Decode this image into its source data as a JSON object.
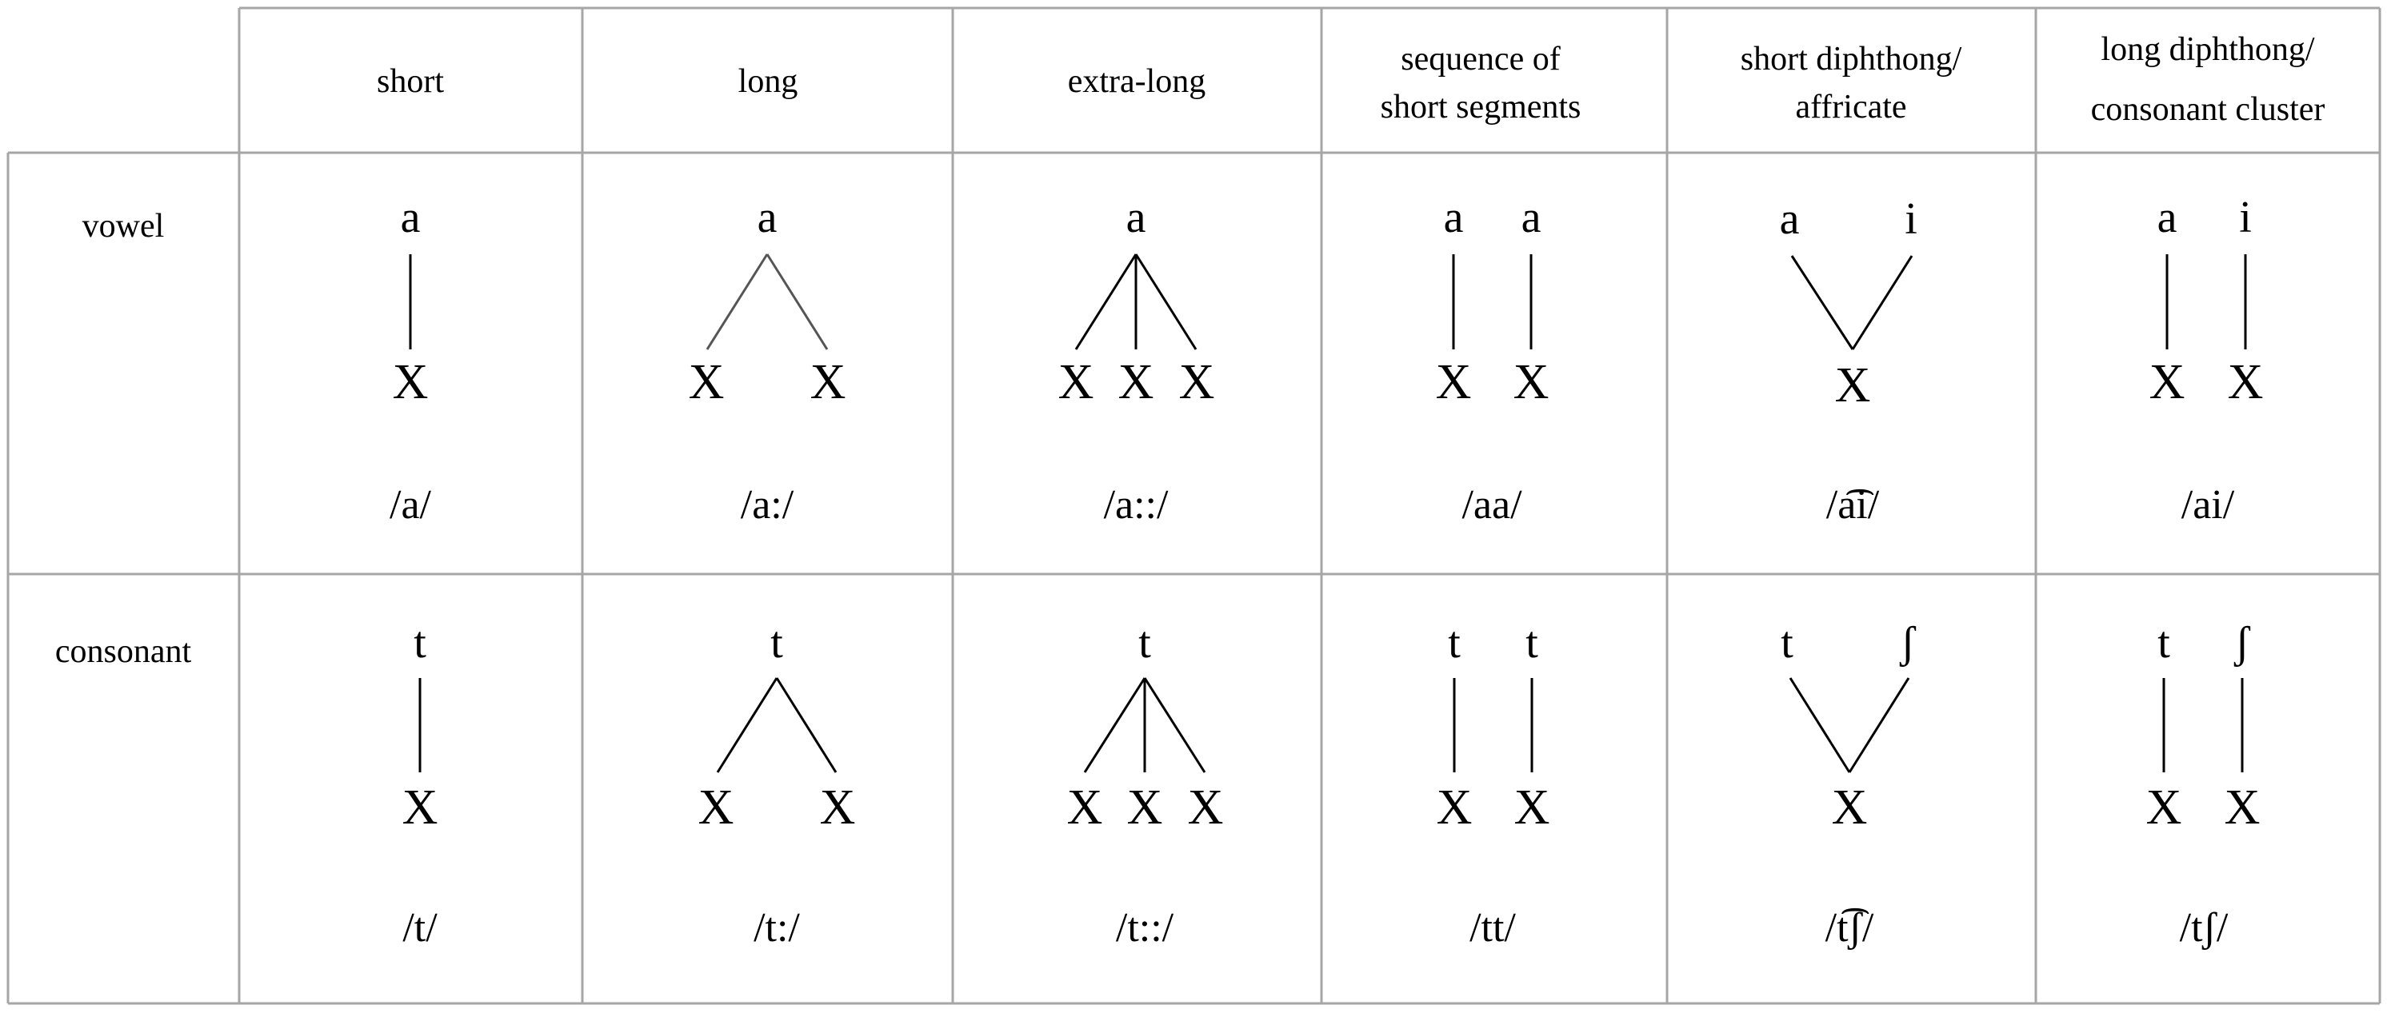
{
  "table": {
    "columns": [
      {
        "lines": [
          "short"
        ]
      },
      {
        "lines": [
          "long"
        ]
      },
      {
        "lines": [
          "extra-long"
        ]
      },
      {
        "lines": [
          "sequence of",
          "short segments"
        ]
      },
      {
        "lines": [
          "short diphthong/",
          "affricate"
        ]
      },
      {
        "lines": [
          "long diphthong/",
          "consonant cluster"
        ]
      }
    ],
    "rows": [
      {
        "label": "vowel",
        "cells": [
          {
            "top": [
              "a"
            ],
            "timing": "X",
            "ipa": "/a/"
          },
          {
            "top": [
              "a"
            ],
            "timing": "X",
            "ipa": "/a:/"
          },
          {
            "top": [
              "a"
            ],
            "timing": "X",
            "ipa": "/a::/"
          },
          {
            "top": [
              "a",
              "a"
            ],
            "timing": "X",
            "ipa": "/aa/"
          },
          {
            "top": [
              "a",
              "i"
            ],
            "timing": "X",
            "ipa": "/a͡i/"
          },
          {
            "top": [
              "a",
              "i"
            ],
            "timing": "X",
            "ipa": "/ai/"
          }
        ]
      },
      {
        "label": "consonant",
        "cells": [
          {
            "top": [
              "t"
            ],
            "timing": "X",
            "ipa": "/t/"
          },
          {
            "top": [
              "t"
            ],
            "timing": "X",
            "ipa": "/t:/"
          },
          {
            "top": [
              "t"
            ],
            "timing": "X",
            "ipa": "/t::/"
          },
          {
            "top": [
              "t",
              "t"
            ],
            "timing": "X",
            "ipa": "/tt/"
          },
          {
            "top": [
              "t",
              "ʃ"
            ],
            "timing": "X",
            "ipa": "/t͡ʃ/"
          },
          {
            "top": [
              "t",
              "ʃ"
            ],
            "timing": "X",
            "ipa": "/tʃ/"
          }
        ]
      }
    ]
  },
  "colors": {
    "grid": "#a6a6a6",
    "ink": "#000000",
    "long_vowel_lines": "#555555"
  }
}
